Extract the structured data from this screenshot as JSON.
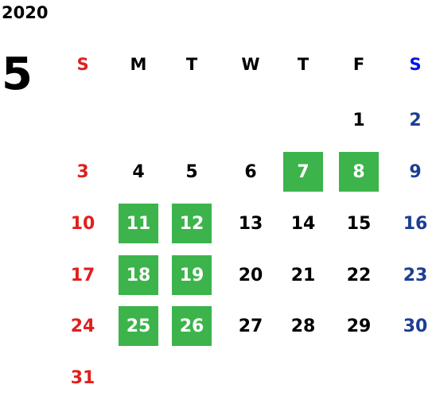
{
  "year": "2020",
  "month": "5",
  "colors": {
    "sunday": "#e0201e",
    "saturday": "#1c3f94",
    "saturday_header": "#0016e6",
    "highlight_bg": "#3cb44b",
    "highlight_text": "#ffffff",
    "weekday": "#000000"
  },
  "weekday_headers": [
    "S",
    "M",
    "T",
    "W",
    "T",
    "F",
    "S"
  ],
  "weeks": [
    [
      "",
      "",
      "",
      "",
      "",
      "1",
      "2"
    ],
    [
      "3",
      "4",
      "5",
      "6",
      "7",
      "8",
      "9"
    ],
    [
      "10",
      "11",
      "12",
      "13",
      "14",
      "15",
      "16"
    ],
    [
      "17",
      "18",
      "19",
      "20",
      "21",
      "22",
      "23"
    ],
    [
      "24",
      "25",
      "26",
      "27",
      "28",
      "29",
      "30"
    ],
    [
      "31",
      "",
      "",
      "",
      "",
      "",
      ""
    ]
  ],
  "highlighted_days": [
    "7",
    "8",
    "11",
    "12",
    "18",
    "19",
    "25",
    "26"
  ]
}
